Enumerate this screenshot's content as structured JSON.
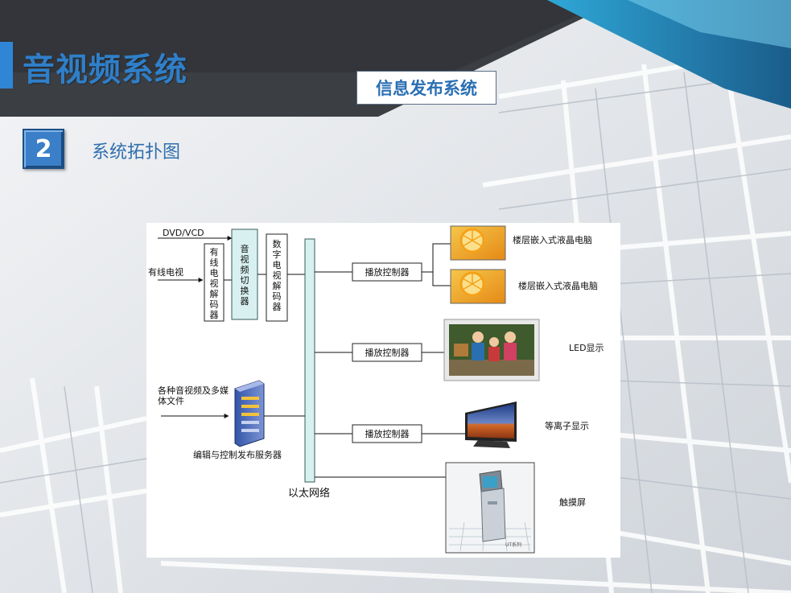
{
  "header": {
    "title": "音视频系统",
    "system_label": "信息发布系统",
    "section_number": "2",
    "section_title": "系统拓扑图"
  },
  "diagram": {
    "inputs": {
      "dvd": "DVD/VCD",
      "cable_tv": "有线电视",
      "media_files_line1": "各种音视频及多媒",
      "media_files_line2": "体文件"
    },
    "cable_decoder": "有线电视解码器",
    "av_switcher": "音视频切换器",
    "digital_decoder": "数字电视解码器",
    "server_label": "编辑与控制发布服务器",
    "network_label": "以太网络",
    "player_controller": "播放控制器",
    "displays": {
      "lcd_1": "楼层嵌入式液晶电脑",
      "lcd_2": "楼层嵌入式液晶电脑",
      "led": "LED显示",
      "plasma": "等离子显示",
      "touch": "触摸屏",
      "kiosk_tag": "UT系列"
    }
  },
  "colors": {
    "title": "#2f7fc9",
    "accent": "#2f86d6",
    "diagram_bus": "#d8f0f0",
    "diagram_bus_border": "#3a5a5a"
  }
}
